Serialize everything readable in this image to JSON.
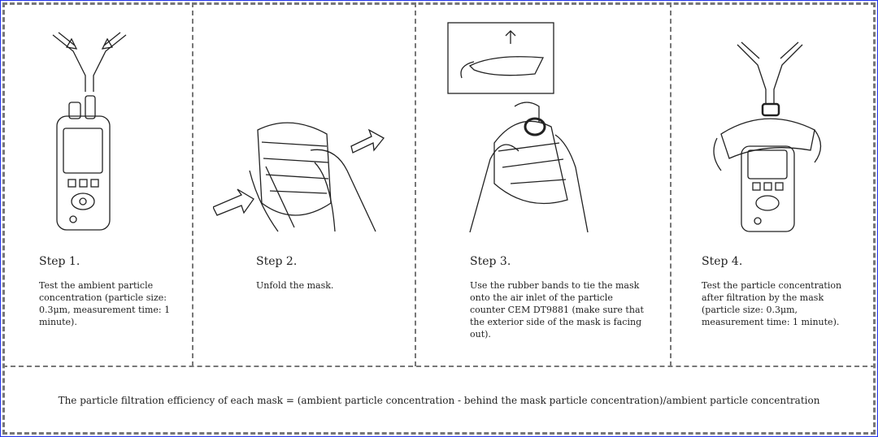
{
  "steps": [
    {
      "title": "Step 1.",
      "text": "Test the ambient particle concentration (particle size: 0.3μm, measurement time: 1 minute)."
    },
    {
      "title": "Step 2.",
      "text": "Unfold the mask."
    },
    {
      "title": "Step 3.",
      "text": "Use the rubber bands to tie the mask onto the air inlet of the particle counter CEM DT9881 (make sure that the exterior side of the mask is facing out)."
    },
    {
      "title": "Step 4.",
      "text": "Test the particle concentration after filtration by the mask (particle size: 0.3μm, measurement time: 1 minute)."
    }
  ],
  "formula": "The particle filtration efficiency of each mask = (ambient particle concentration - behind the mask particle concentration)/ambient particle concentration"
}
